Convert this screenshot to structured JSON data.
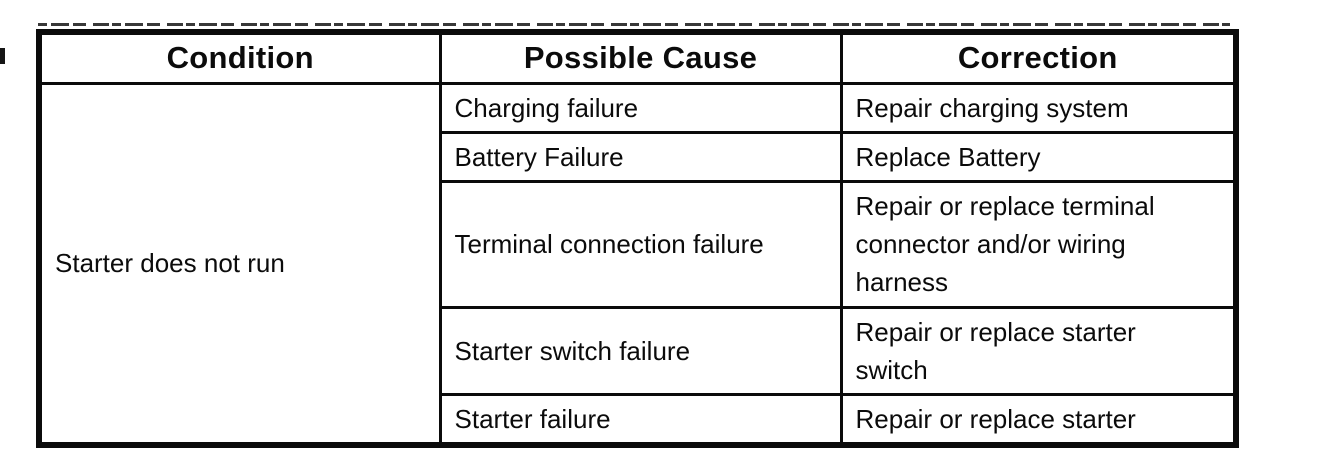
{
  "table": {
    "headers": [
      "Condition",
      "Possible Cause",
      "Correction"
    ],
    "condition": "Starter does not run",
    "rows": [
      {
        "cause": "Charging failure",
        "correction": "Repair charging system"
      },
      {
        "cause": "Battery Failure",
        "correction": "Replace Battery"
      },
      {
        "cause": "Terminal connection failure",
        "correction": "Repair or replace terminal\nconnector and/or wiring\nharness"
      },
      {
        "cause": "Starter switch failure",
        "correction": "Repair or replace starter\nswitch"
      },
      {
        "cause": "Starter failure",
        "correction": "Repair or replace starter"
      }
    ]
  },
  "colors": {
    "ink": "#0b0b0b",
    "paper": "#ffffff"
  }
}
